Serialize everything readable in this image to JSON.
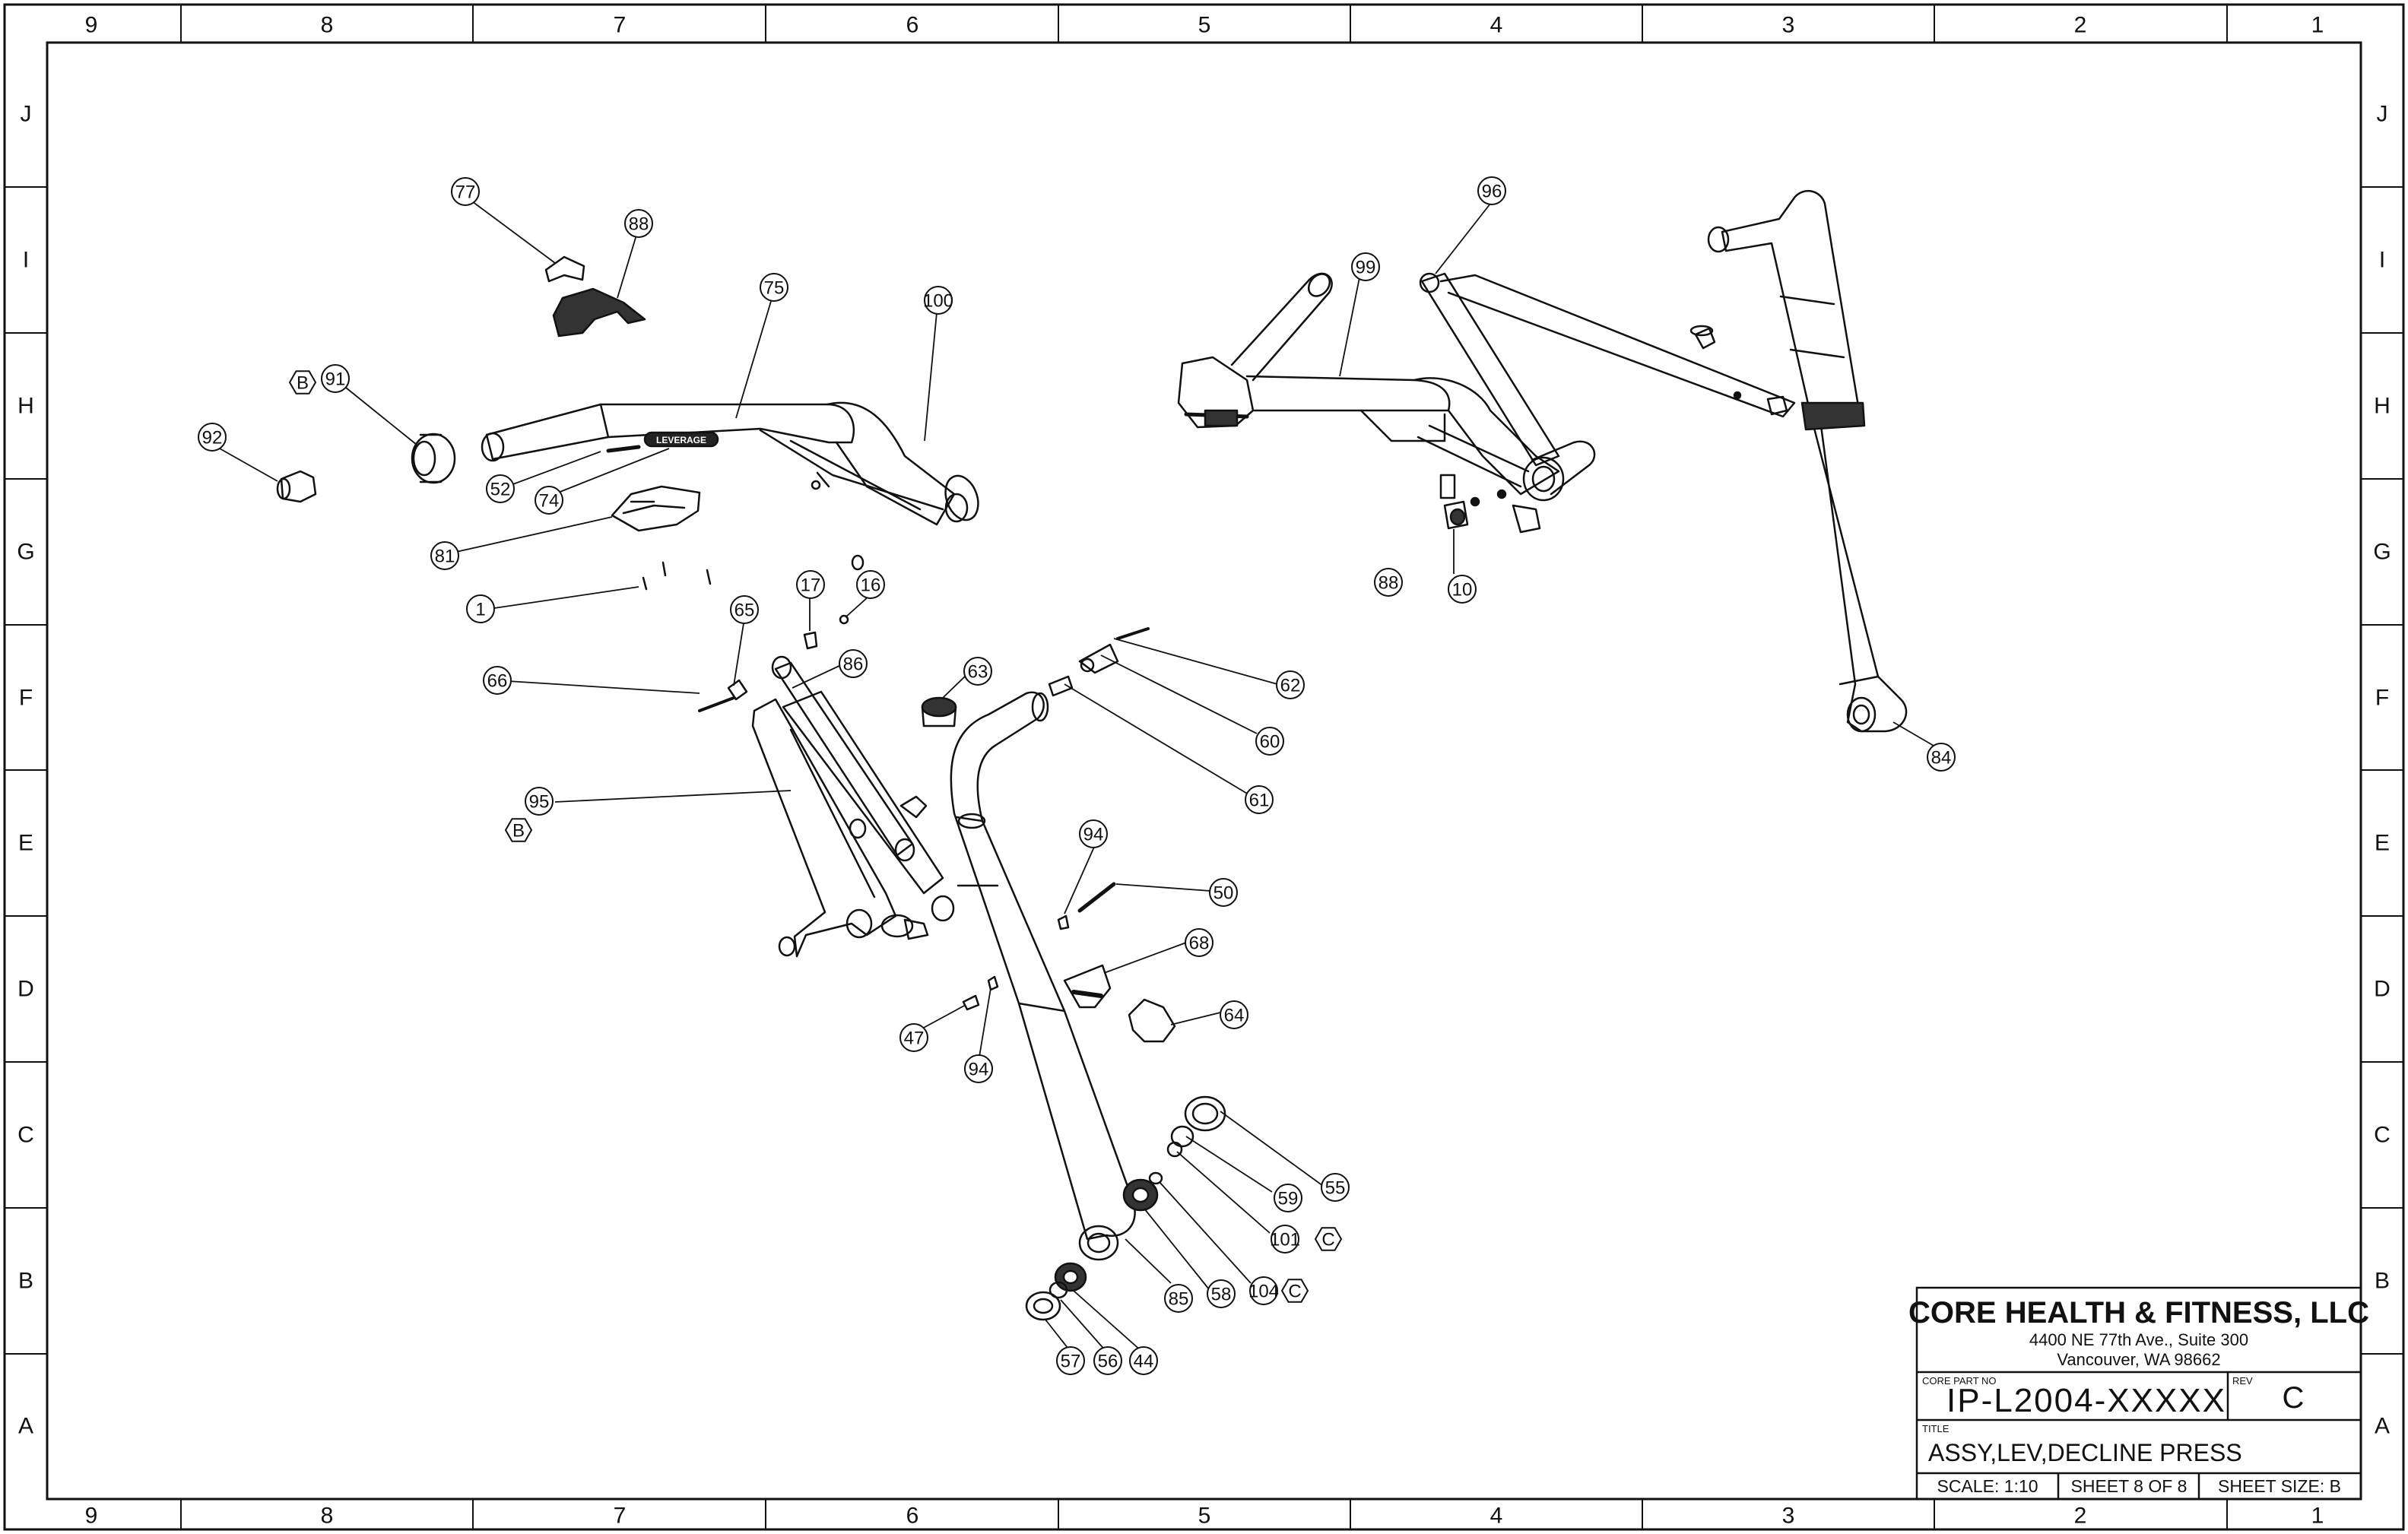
{
  "sheet": {
    "col_labels": [
      "9",
      "8",
      "7",
      "6",
      "5",
      "4",
      "3",
      "2",
      "1"
    ],
    "row_labels": [
      "J",
      "I",
      "H",
      "G",
      "F",
      "E",
      "D",
      "C",
      "B",
      "A"
    ]
  },
  "balloons": [
    "77",
    "88",
    "75",
    "100",
    "B",
    "91",
    "92",
    "52",
    "74",
    "81",
    "1",
    "17",
    "16",
    "65",
    "66",
    "86",
    "63",
    "62",
    "60",
    "61",
    "95",
    "B",
    "94",
    "50",
    "68",
    "64",
    "47",
    "94",
    "55",
    "59",
    "101",
    "C",
    "104",
    "C",
    "58",
    "85",
    "44",
    "56",
    "57",
    "96",
    "99",
    "88",
    "10",
    "84"
  ],
  "part_label": "LEVERAGE",
  "title_block": {
    "company": "CORE HEALTH & FITNESS, LLC",
    "address_line1": "4400 NE 77th Ave., Suite 300",
    "address_line2": "Vancouver, WA 98662",
    "part_no_label": "CORE PART NO",
    "part_no": "IP-L2004-XXXXX",
    "rev_label": "REV",
    "rev": "C",
    "title_label": "TITLE",
    "title": "ASSY,LEV,DECLINE PRESS",
    "scale": "SCALE: 1:10",
    "sheet_of": "SHEET 8 OF 8",
    "sheet_size": "SHEET SIZE: B"
  }
}
